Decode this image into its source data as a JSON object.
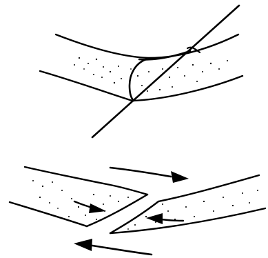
{
  "figure": {
    "panels": [
      {
        "id": "top",
        "elements": [
          "curved-band",
          "cut-plane-line",
          "cut-face"
        ]
      },
      {
        "id": "bottom",
        "elements": [
          "left-segment",
          "right-segment",
          "slip-arrows"
        ]
      }
    ],
    "colors": {
      "ink": "#000000",
      "paper": "#ffffff"
    }
  }
}
